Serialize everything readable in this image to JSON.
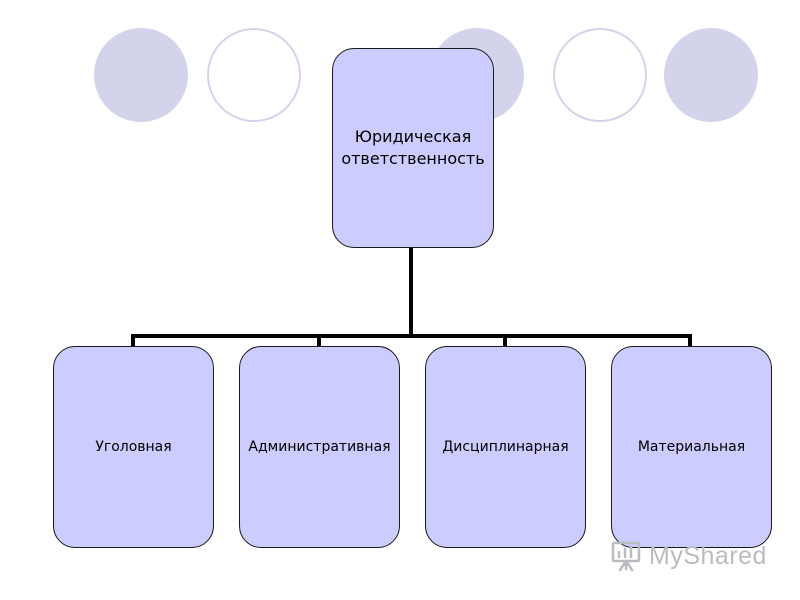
{
  "diagram": {
    "root": {
      "label_line1": "Юридическая",
      "label_line2": "ответственность"
    },
    "children": [
      {
        "label": "Уголовная"
      },
      {
        "label": "Административная"
      },
      {
        "label": "Дисциплинарная"
      },
      {
        "label": "Материальная"
      }
    ]
  },
  "watermark": {
    "text": "MyShared",
    "icon": "presentation-board-icon"
  },
  "decoration": {
    "circles": [
      "filled",
      "hollow",
      "filled",
      "hollow",
      "filled"
    ]
  },
  "colors": {
    "node_fill": "#ccccff",
    "node_border": "#1a1a1a",
    "connector": "#000000",
    "circle": "#d3d3ec",
    "watermark": "#b9bcc0"
  }
}
